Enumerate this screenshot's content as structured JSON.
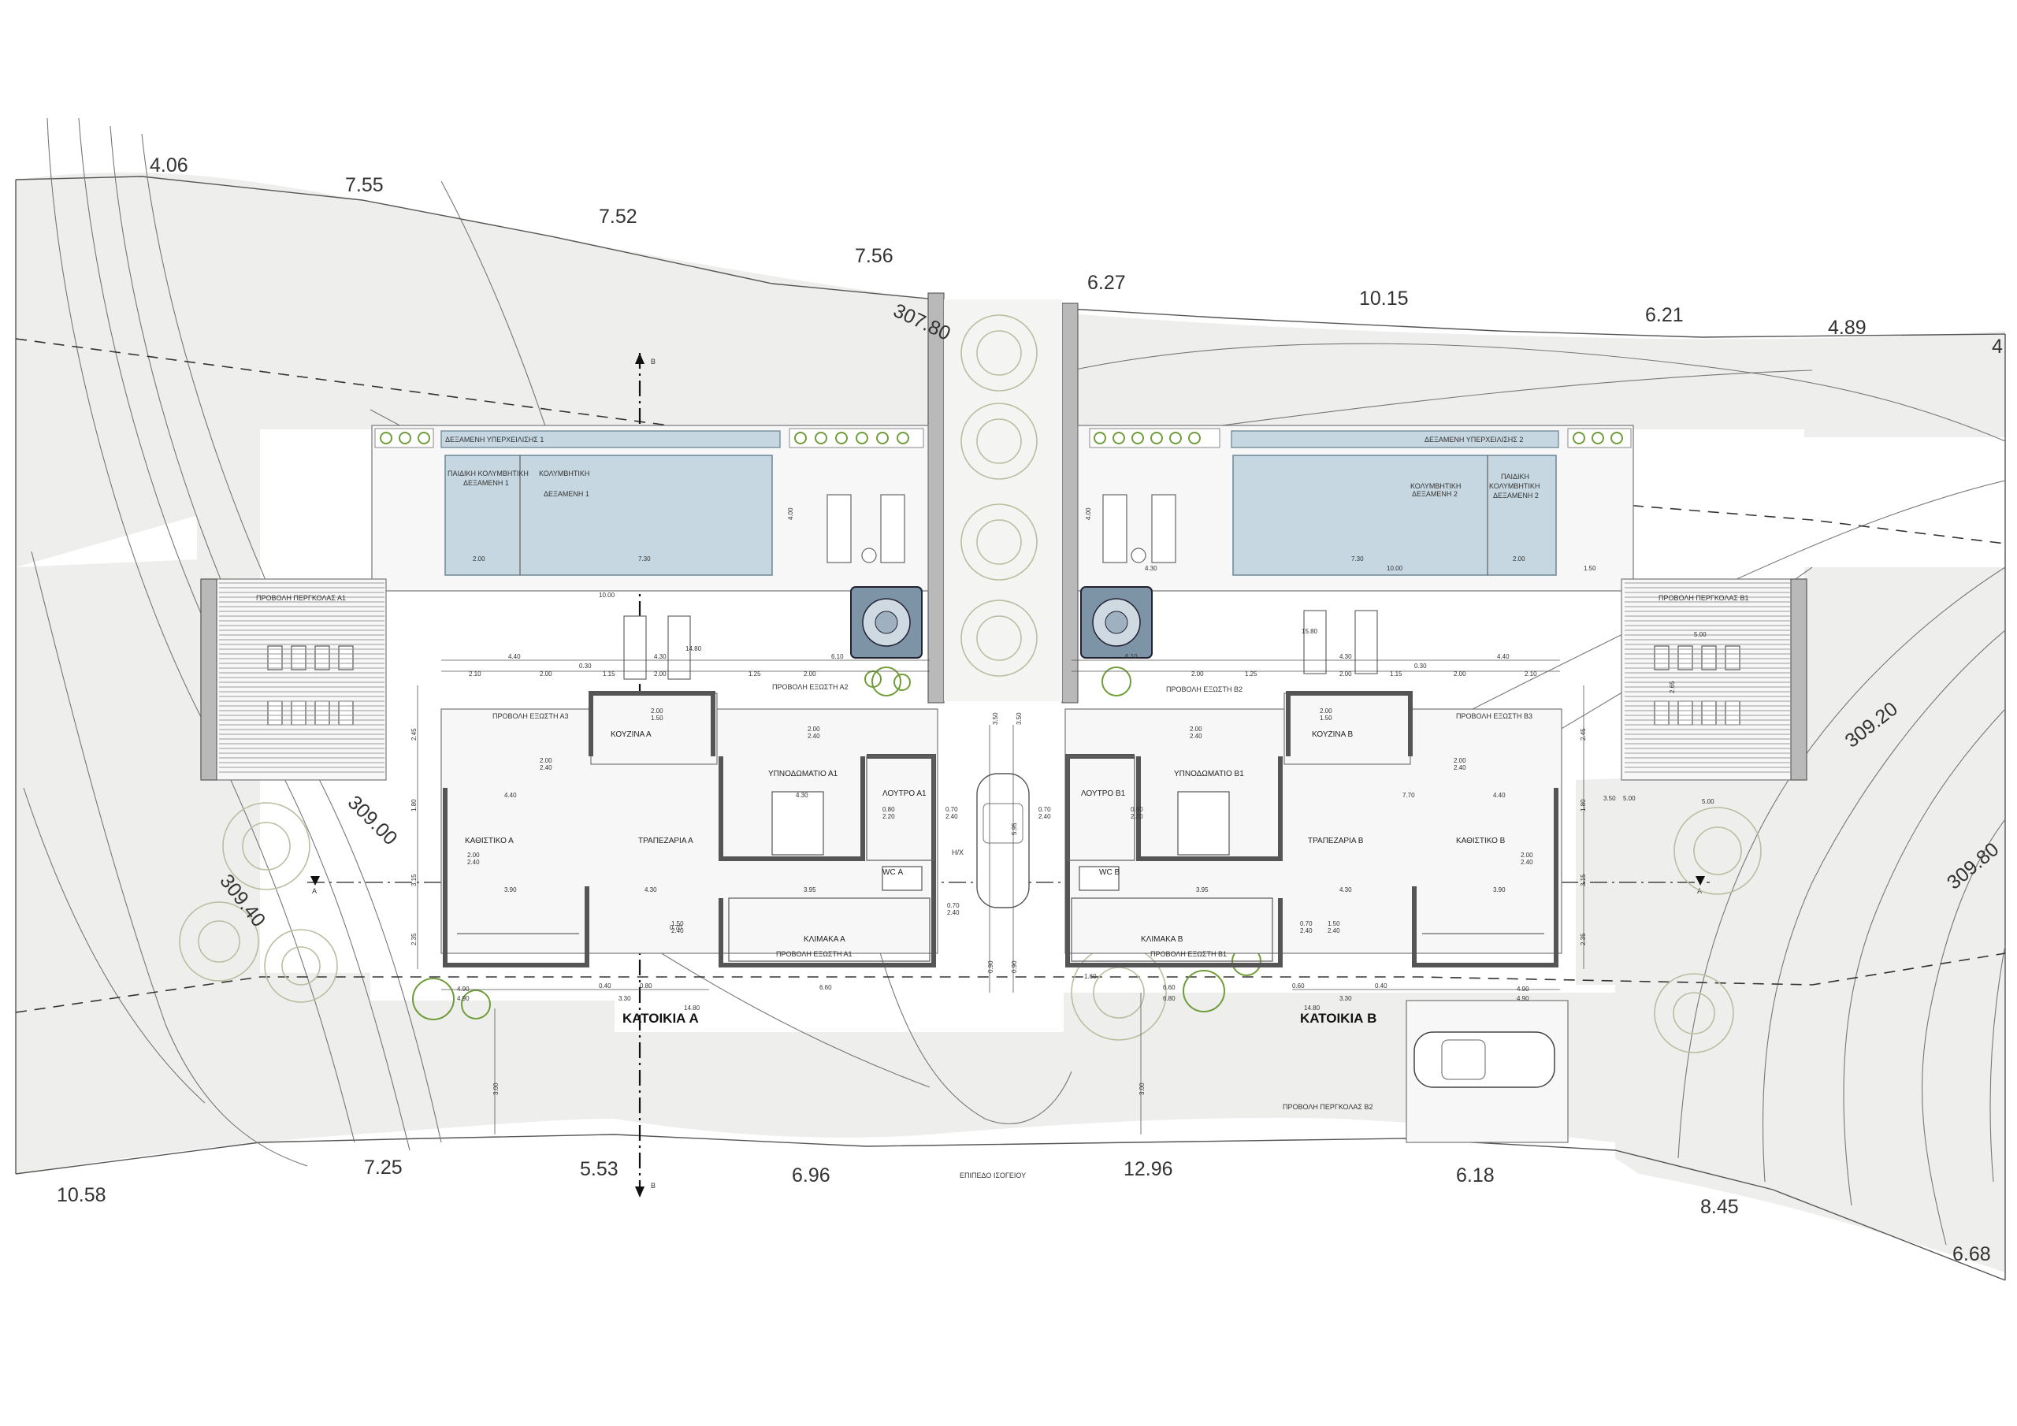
{
  "plan": {
    "title": "ΕΠΙΠΕΔΟ ΙΣΟΓΕΙΟΥ",
    "house_a": "ΚΑΤΟΙΚΙΑ Α",
    "house_b": "ΚΑΤΟΙΚΙΑ Β",
    "section_mark": "Β",
    "section_mark_a": "Α"
  },
  "boundary_dims": [
    {
      "text": "4.06"
    },
    {
      "text": "7.55"
    },
    {
      "text": "7.52"
    },
    {
      "text": "7.56"
    },
    {
      "text": "6.27"
    },
    {
      "text": "10.15"
    },
    {
      "text": "6.21"
    },
    {
      "text": "4.89"
    },
    {
      "text": "4"
    },
    {
      "text": "10.58"
    },
    {
      "text": "7.25"
    },
    {
      "text": "5.53"
    },
    {
      "text": "6.96"
    },
    {
      "text": "12.96"
    },
    {
      "text": "6.18"
    },
    {
      "text": "8.45"
    },
    {
      "text": "6.68"
    }
  ],
  "elevations": [
    {
      "text": "307.80"
    },
    {
      "text": "309.00"
    },
    {
      "text": "309.40"
    },
    {
      "text": "309.20"
    },
    {
      "text": "309.80"
    }
  ],
  "pool_a": {
    "tank": "ΔΕΞΑΜΕΝΗ ΥΠΕΡΧΕΙΛΙΣΗΣ 1",
    "kids_l1": "ΠΑΙΔΙΚΗ ΚΟΛΥΜΒΗΤΙΚΗ",
    "kids_l2": "ΔΕΞΑΜΕΝΗ 1",
    "main_l1": "ΚΟΛΥΜΒΗΤΙΚΗ",
    "main_l2": "ΔΕΞΑΜΕΝΗ 1"
  },
  "pool_b": {
    "tank": "ΔΕΞΑΜΕΝΗ ΥΠΕΡΧΕΙΛΙΣΗΣ 2",
    "kids_l1": "ΠΑΙΔΙΚΗ",
    "kids_l2": "ΚΟΛΥΜΒΗΤΙΚΗ",
    "kids_l3": "ΔΕΞΑΜΕΝΗ 2",
    "main_l1": "ΚΟΛΥΜΒΗΤΙΚΗ",
    "main_l2": "ΔΕΞΑΜΕΝΗ 2"
  },
  "rooms_a": {
    "kitchen": "ΚΟΥΖΙΝΑ Α",
    "bedroom": "ΥΠΝΟΔΩΜΑΤΙΟ Α1",
    "bath": "ΛΟΥΤΡΟ Α1",
    "dining": "ΤΡΑΠΕΖΑΡΙΑ Α",
    "living": "ΚΑΘΙΣΤΙΚΟ Α",
    "stair": "ΚΛΙΜΑΚΑ Α",
    "wc": "WC Α"
  },
  "rooms_b": {
    "kitchen": "ΚΟΥΖΙΝΑ Β",
    "bedroom": "ΥΠΝΟΔΩΜΑΤΙΟ Β1",
    "bath": "ΛΟΥΤΡΟ Β1",
    "dining": "ΤΡΑΠΕΖΑΡΙΑ Β",
    "living": "ΚΑΘΙΣΤΙΚΟ Β",
    "stair": "ΚΛΙΜΑΚΑ Β",
    "wc": "WC Β"
  },
  "notes": {
    "pergola_a1": "ΠΡΟΒΟΛΗ ΠΕΡΓΚΟΛΑΣ Α1",
    "pergola_b1": "ΠΡΟΒΟΛΗ ΠΕΡΓΚΟΛΑΣ Β1",
    "pergola_b2": "ΠΡΟΒΟΛΗ ΠΕΡΓΚΟΛΑΣ Β2",
    "eave_a1": "ΠΡΟΒΟΛΗ ΕΞΩΣΤΗ Α1",
    "eave_a2": "ΠΡΟΒΟΛΗ ΕΞΩΣΤΗ Α2",
    "eave_a3": "ΠΡΟΒΟΛΗ ΕΞΩΣΤΗ Α3",
    "eave_b1": "ΠΡΟΒΟΛΗ ΕΞΩΣΤΗ Β1",
    "eave_b2": "ΠΡΟΒΟΛΗ ΕΞΩΣΤΗ Β2",
    "eave_b3": "ΠΡΟΒΟΛΗ ΕΞΩΣΤΗ Β3",
    "hx": "Η/Χ"
  },
  "dims": {
    "d_4_40": "4.40",
    "d_4_30": "4.30",
    "d_0_30": "0.30",
    "d_2_10": "2.10",
    "d_2_00": "2.00",
    "d_1_15": "1.15",
    "d_1_25": "1.25",
    "d_6_10": "6.10",
    "d_14_80": "14.80",
    "d_15_80": "15.80",
    "d_10_00": "10.00",
    "d_7_30": "7.30",
    "d_4_90": "4.90",
    "d_3_30": "3.30",
    "d_6_60": "6.60",
    "d_6_80": "6.80",
    "d_3_90": "3.90",
    "d_3_95": "3.95",
    "d_3_00": "3.00",
    "d_5_00": "5.00",
    "d_7_70": "7.70",
    "d_0_40": "0.40",
    "d_0_70": "0.70",
    "d_0_60": "0.60",
    "d_0_80": "0.80",
    "d_1_50": "1.50",
    "d_4_00": "4.00",
    "d_2_45": "2.45",
    "d_3_50": "3.50",
    "d_1_80": "1.80",
    "d_0_90": "0.90",
    "d_3_15": "3.15",
    "d_2_35": "2.35",
    "d_2_65": "2.65",
    "d_1_60": "1.60",
    "d_5_95": "5.95"
  },
  "windows": {
    "w1_top": "2.00",
    "w1_bot": "2.40",
    "w2_top": "0.80",
    "w2_bot": "2.20",
    "w3_top": "0.70",
    "w3_bot": "2.40",
    "w4_top": "1.50",
    "w4_bot": "2.40",
    "w5_top": "2.00",
    "w5_bot": "1.50"
  }
}
